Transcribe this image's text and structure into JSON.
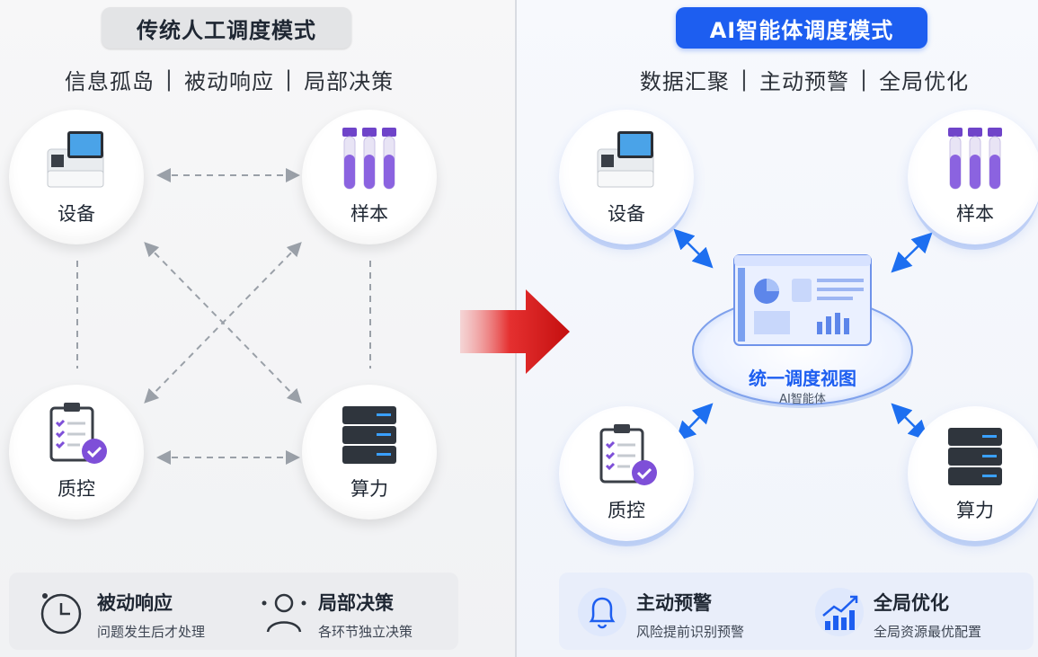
{
  "left_panel": {
    "title": "传统人工调度模式",
    "subtitle": [
      "信息孤岛",
      "被动响应",
      "局部决策"
    ],
    "separator": "|",
    "nodes": {
      "device": "设备",
      "sample": "样本",
      "qc": "质控",
      "compute": "算力"
    },
    "features": [
      {
        "title": "被动响应",
        "desc": "问题发生后才处理",
        "icon": "clock-icon"
      },
      {
        "title": "局部决策",
        "desc": "各环节独立决策",
        "icon": "user-icon"
      }
    ]
  },
  "right_panel": {
    "title": "AI智能体调度模式",
    "subtitle": [
      "数据汇聚",
      "主动预警",
      "全局优化"
    ],
    "separator": "|",
    "hub": {
      "title": "统一调度视图",
      "subtitle": "AI智能体"
    },
    "nodes": {
      "device": "设备",
      "sample": "样本",
      "qc": "质控",
      "compute": "算力"
    },
    "features": [
      {
        "title": "主动预警",
        "desc": "风险提前识别预警",
        "icon": "bell-icon"
      },
      {
        "title": "全局优化",
        "desc": "全局资源最优配置",
        "icon": "trending-chart-icon"
      }
    ]
  },
  "colors": {
    "accent_blue": "#1d5ef0",
    "arrow_red": "#d81818",
    "dashed_gray": "#9aa0a8",
    "tube_purple": "#7e4fd8"
  }
}
